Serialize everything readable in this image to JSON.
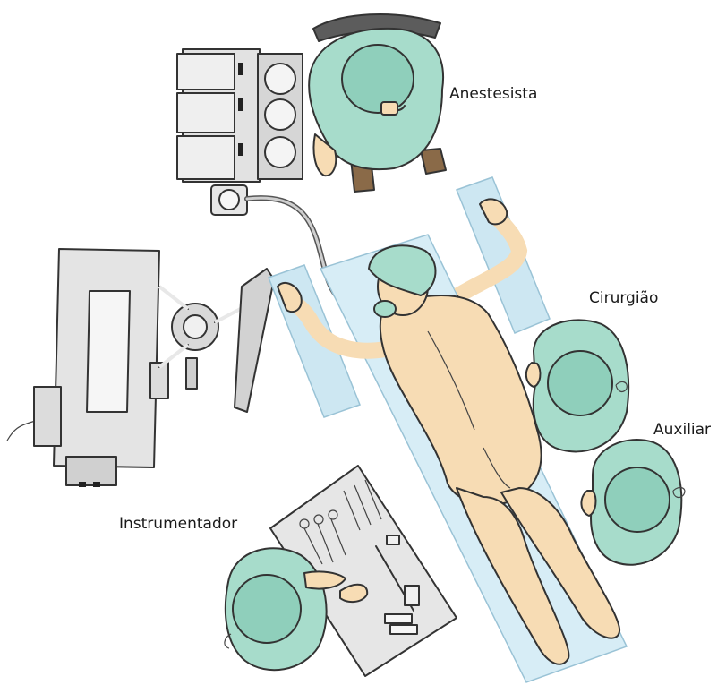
{
  "labels": {
    "anestesista": "Anestesista",
    "cirurgiao": "Cirurgião",
    "auxiliar": "Auxiliar",
    "instrumentador": "Instrumentador"
  },
  "colors": {
    "gown": "#a7dccb",
    "skin": "#f7dcb4",
    "drape": "#cde7f2",
    "equipment": "#dcdcdc",
    "outline": "#333333"
  }
}
